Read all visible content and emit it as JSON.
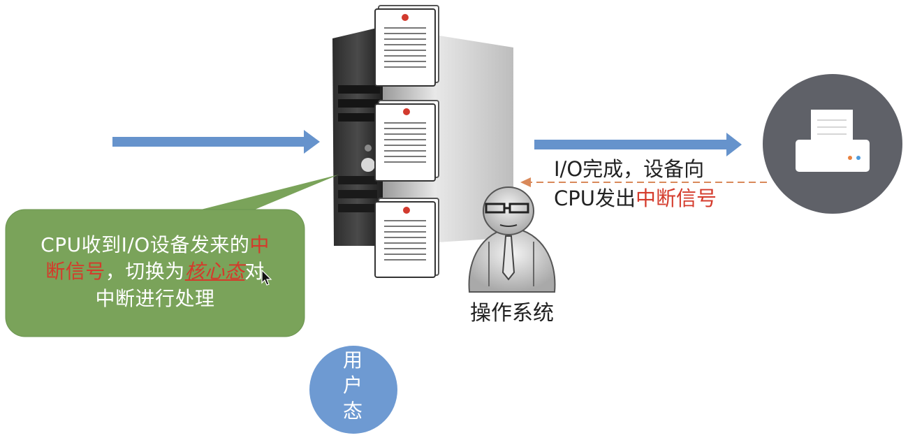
{
  "callout": {
    "line1_text": "CPU收到I/O设备发来的",
    "line1_red": "中",
    "line2_red": "断信号",
    "line2_text": "，切换为",
    "line2_emph": "核心态",
    "line2_tail": "对",
    "line3_text": "中断进行处理"
  },
  "io_message": {
    "line1": "I/O完成，设备向",
    "line2_text": "CPU发出",
    "line2_red": "中断信号"
  },
  "os_label": "操作系统",
  "user_state_label": "用户态",
  "colors": {
    "callout_fill": "#7aa35a",
    "arrow_blue": "#6693cc",
    "signal_red": "#d43a2b",
    "dashed_arrow": "#d9895a",
    "printer_circle": "#5f6168",
    "user_state_circle": "#6e9ad2"
  },
  "icons": [
    "server-tower-icon",
    "document-icon",
    "printer-icon",
    "person-icon",
    "mouse-cursor-icon"
  ]
}
